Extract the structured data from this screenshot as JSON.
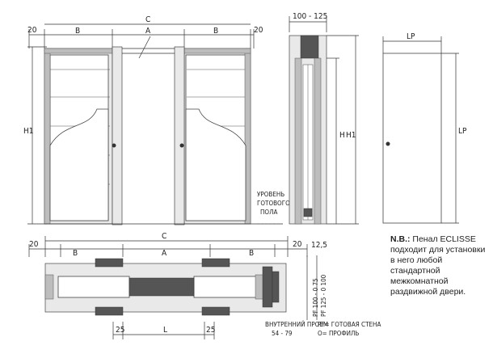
{
  "dims": {
    "d20": "20",
    "b": "B",
    "c": "C",
    "a": "A",
    "h": "H",
    "h1": "H1",
    "width_range": "100 - 125",
    "lp": "LP",
    "d12_5": "12,5",
    "d25": "25",
    "l": "L"
  },
  "labels": {
    "floor_line1": "УРОВЕНЬ",
    "floor_line2": "ГОТОВОГО",
    "floor_line3": "ПОЛА",
    "opening_line1": "ВНУТРЕННИЙ ПРОЕМ",
    "opening_line2": "54 - 79",
    "pf_line1": "PF= ГОТОВАЯ СТЕНА",
    "pf_line2": "O= ПРОФИЛЬ",
    "pf_range_1": "PF 100 - 0 75",
    "pf_range_2": "PF 125 - 0 100"
  },
  "note": {
    "heading": "N.B.:",
    "text": "Пенал ECLISSE подходит для установки в него любой стандартной межкомнатной раздвижной двери."
  },
  "colors": {
    "line": "#333333",
    "frame_fill": "#e9e9e9",
    "dark": "#555555"
  }
}
